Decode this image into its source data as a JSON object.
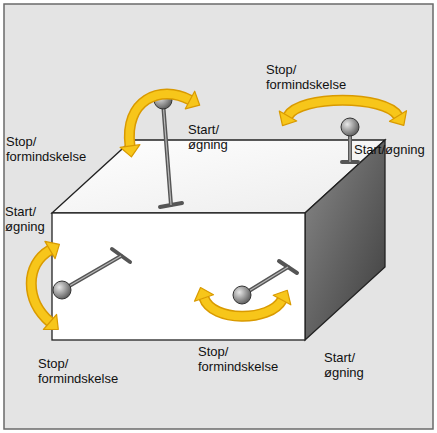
{
  "diagram": {
    "labels": [
      "Stop/ formindskelse",
      "Start/ øgning",
      "Start/øgning",
      "Stop/ formindskelse",
      "Start/ øgning",
      "Stop/ formindskelse",
      "Start/ øgning",
      "Stop/ formindskelse"
    ]
  }
}
